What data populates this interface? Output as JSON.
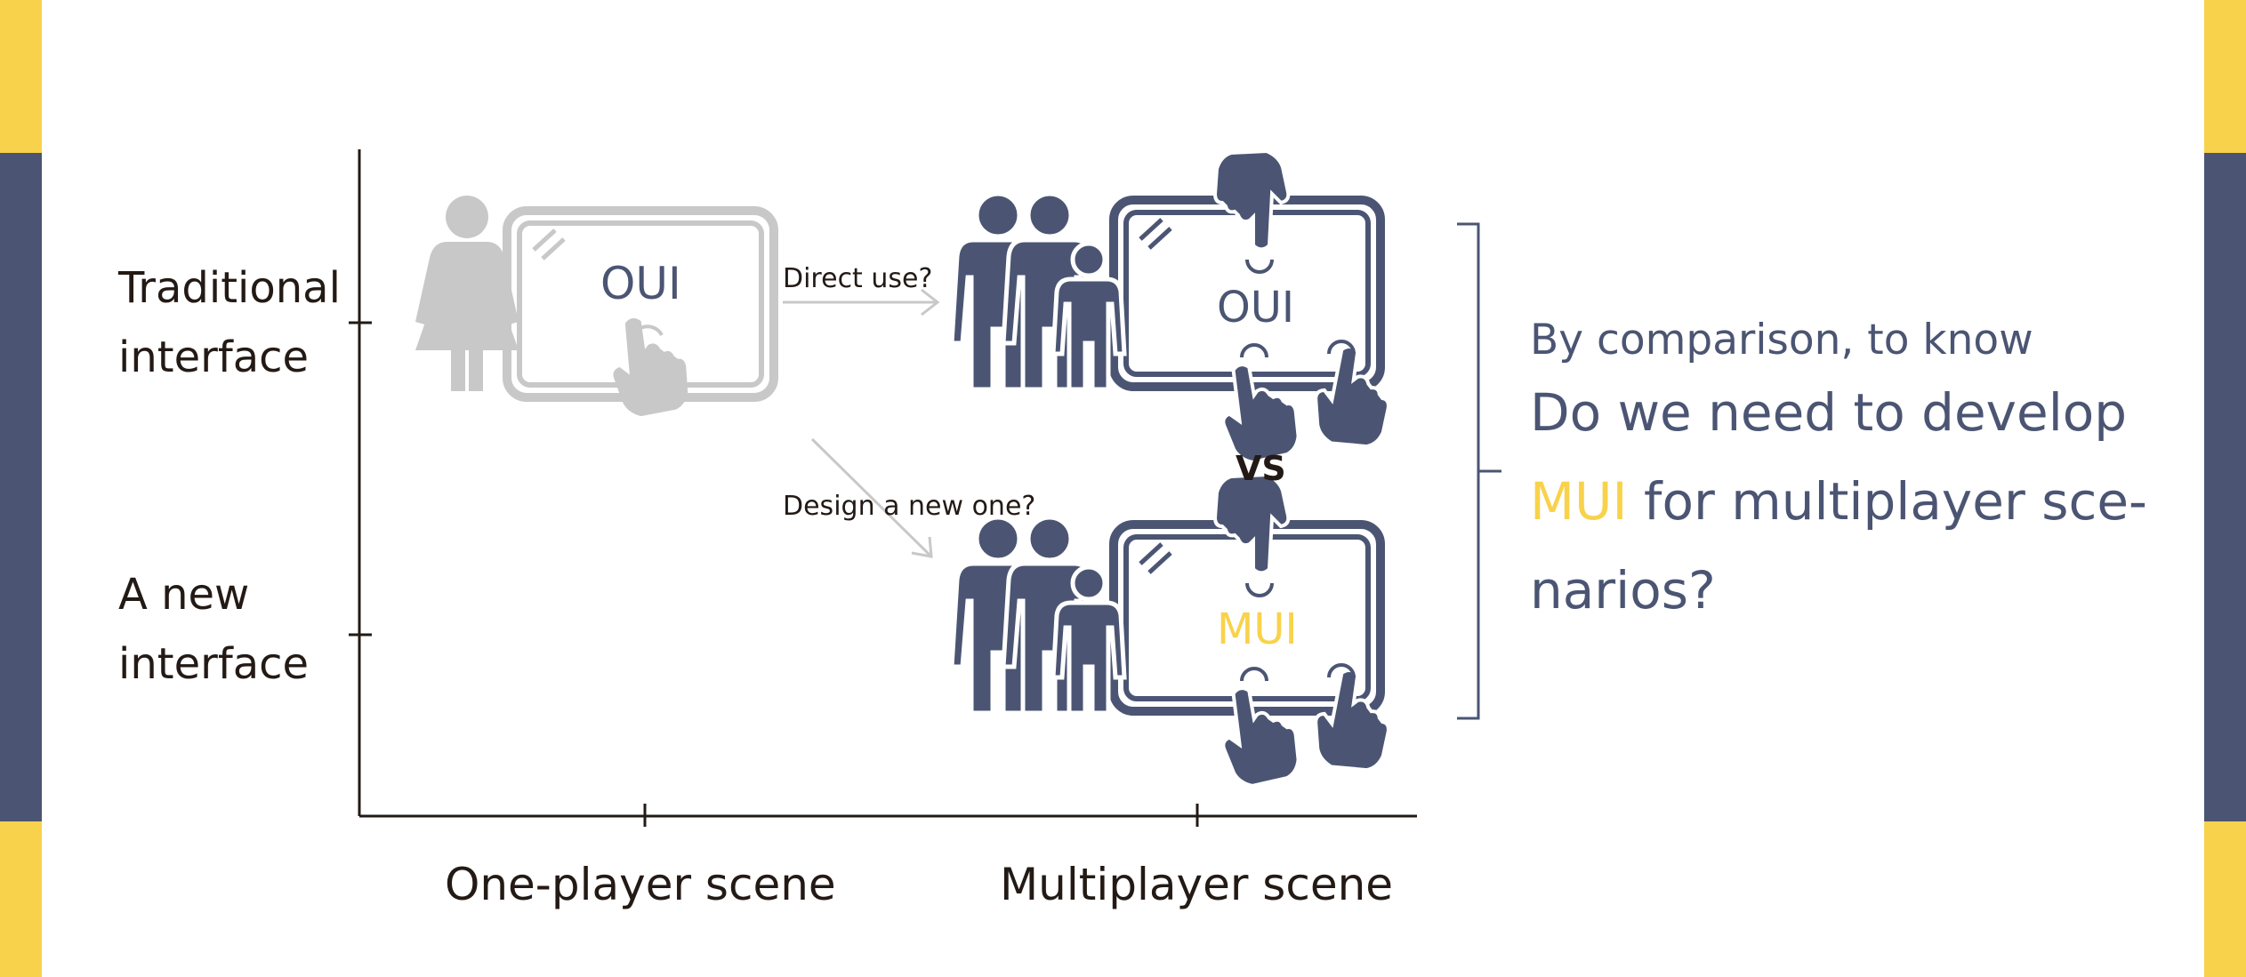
{
  "axes": {
    "y_labels": [
      [
        "Traditional",
        "interface"
      ],
      [
        "A new",
        "interface"
      ]
    ],
    "x_labels": [
      "One-player scene",
      "Multiplayer scene"
    ]
  },
  "cells": {
    "one_player_screen": "OUI",
    "multi_top_screen": "OUI",
    "multi_bottom_screen": "MUI",
    "vs": "VS"
  },
  "arrows": {
    "direct": "Direct use?",
    "design": "Design a new one?"
  },
  "right": {
    "intro": "By comparison, to know",
    "q_line1": "Do we need to develop",
    "q_highlight": "MUI",
    "q_line2_rest": " for multiplayer sce-",
    "q_line3": "narios?"
  },
  "colors": {
    "navy": "#4b5573",
    "yellow": "#f8d24b",
    "gray": "#c8c8c8",
    "ink": "#231a15"
  }
}
